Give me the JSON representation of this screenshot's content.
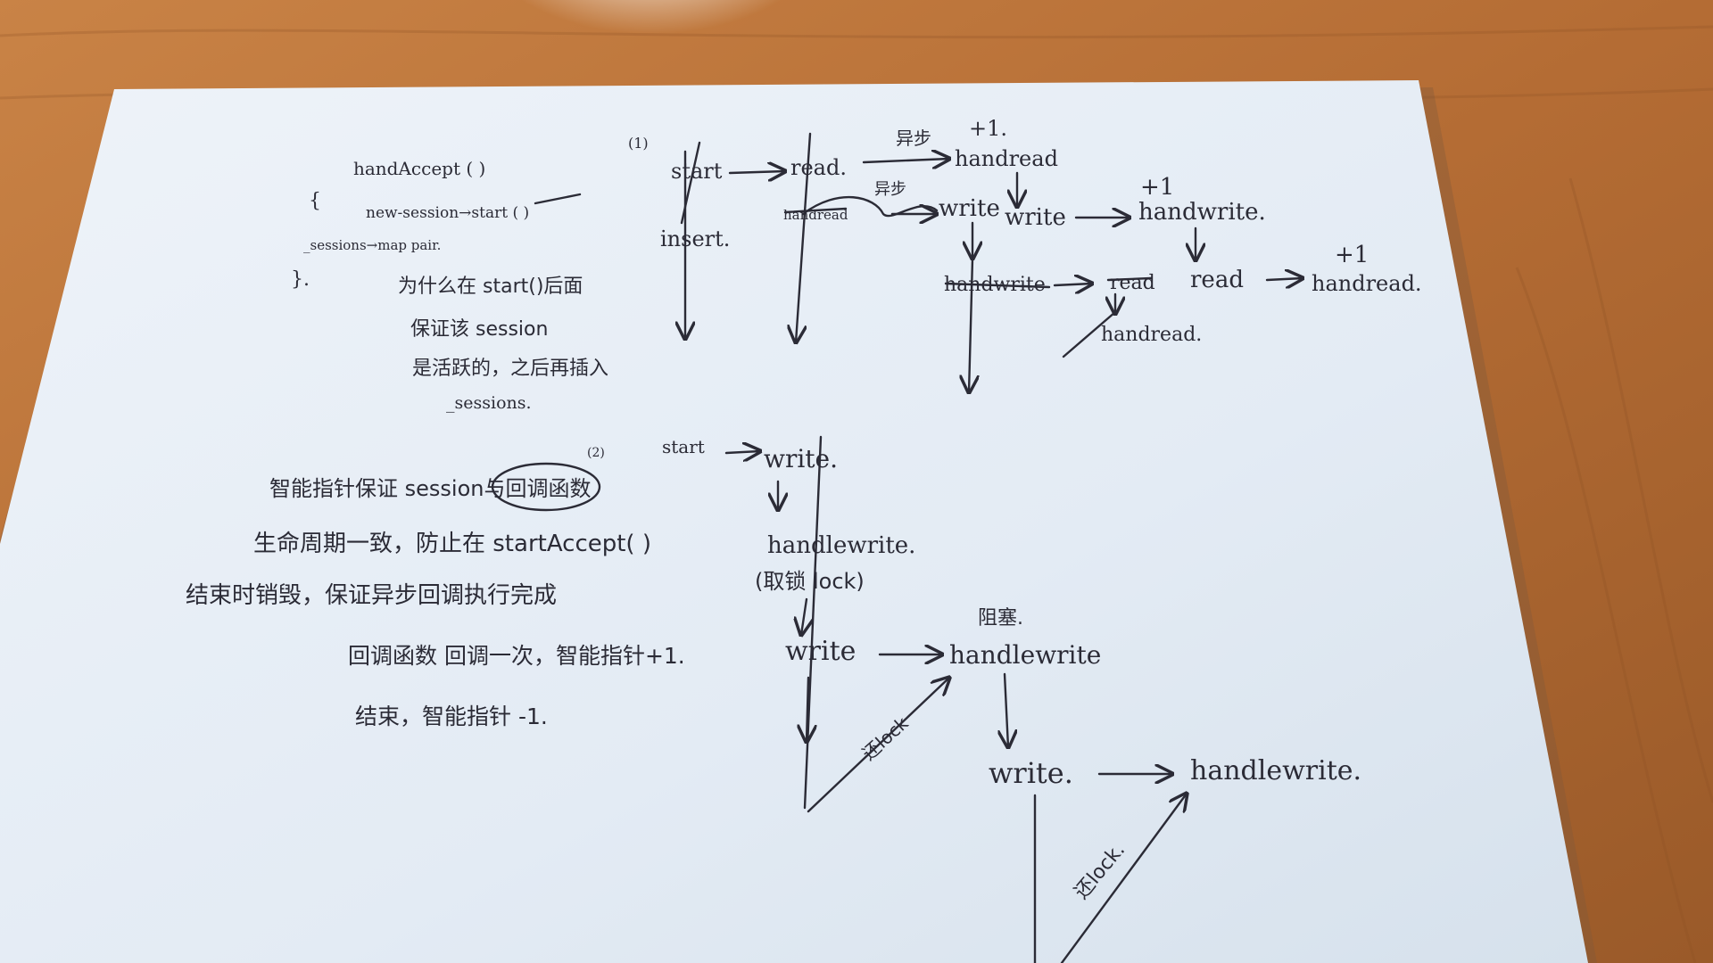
{
  "colors": {
    "desk": "#b9733a",
    "desk_dark": "#8a4f22",
    "paper": "#e6edf6",
    "paper_shadow": "#9fb2c4",
    "ink": "#2b2b36"
  },
  "notes_left": {
    "code_line1": "handAccept ( )",
    "code_line2": "{",
    "code_line3": "new-session→start ( )",
    "code_line4": "_sessions→map pair.",
    "code_line5": "}.",
    "question_line1": "为什么在 start()后面",
    "question_line2": "保证该 session",
    "question_line3": "是活跃的，之后再插入",
    "question_line4": "_sessions."
  },
  "notes_lower_left": {
    "line1": "智能指针保证 session与回调函数",
    "line2": "生命周期一致，防止在 startAccept( )",
    "line3": "结束时销毁，保证异步回调执行完成",
    "line4": "回调函数 回调一次，智能指针+1.",
    "line5": "结束，智能指针 -1."
  },
  "diagram1": {
    "index": "(1)",
    "start": "start",
    "insert": "insert.",
    "read": "read.",
    "async1": "异步",
    "plus1_a": "+1.",
    "handread": "handread",
    "handread_small": "handread",
    "async2": "异步",
    "write1": "write",
    "write2": "write",
    "plus1_b": "+1",
    "handwrite1": "handwrite.",
    "handwrite2": "handwrite",
    "read_struck": "read",
    "read2": "read",
    "plus1_c": "+1",
    "handread2": "handread.",
    "handread3": "handread."
  },
  "diagram2": {
    "index": "(2)",
    "start": "start",
    "write": "write.",
    "handlewrite": "handlewrite.",
    "lock_note": "(取锁 lock)",
    "block": "阻塞.",
    "write2": "write",
    "handlewrite2": "handlewrite",
    "release1": "还lock",
    "write3": "write.",
    "handlewrite3": "handlewrite.",
    "release2": "还lock."
  }
}
